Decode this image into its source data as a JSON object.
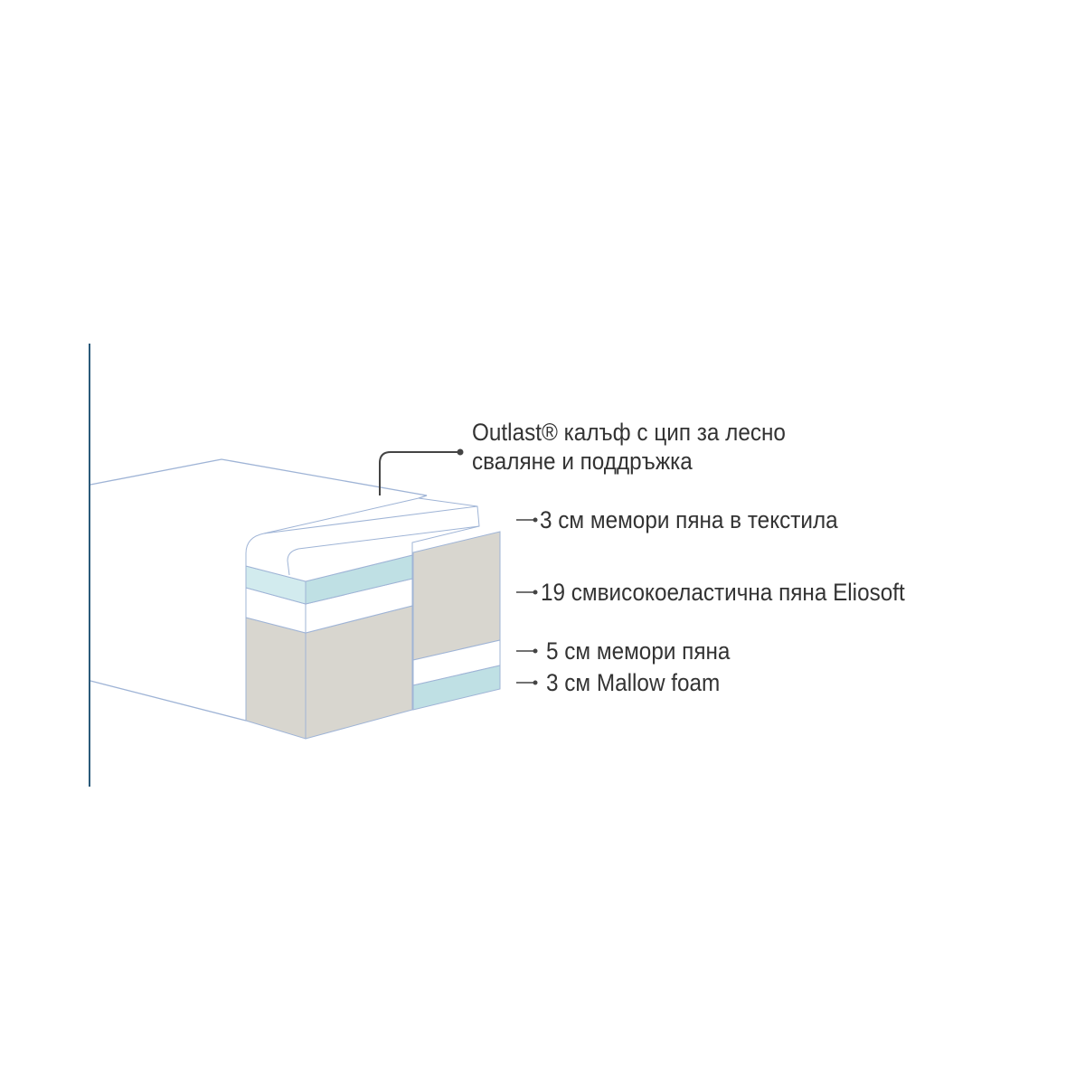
{
  "colors": {
    "outline": "#9fb4d6",
    "gray": "#d8d6cf",
    "teal_light": "#d2ebee",
    "teal": "#bfe0e4",
    "axis": "#2b5a7a",
    "text": "#333333"
  },
  "cover_label": {
    "line1": "Outlast® калъф с цип за лесно",
    "line2": "сваляне и поддръжка"
  },
  "layers": [
    {
      "label": "3 см мемори пяна в текстила"
    },
    {
      "label": "19 смвисокоеластична пяна Eliosoft"
    },
    {
      "label": "5 см мемори пяна"
    },
    {
      "label": "3 см Mallow foam"
    }
  ]
}
